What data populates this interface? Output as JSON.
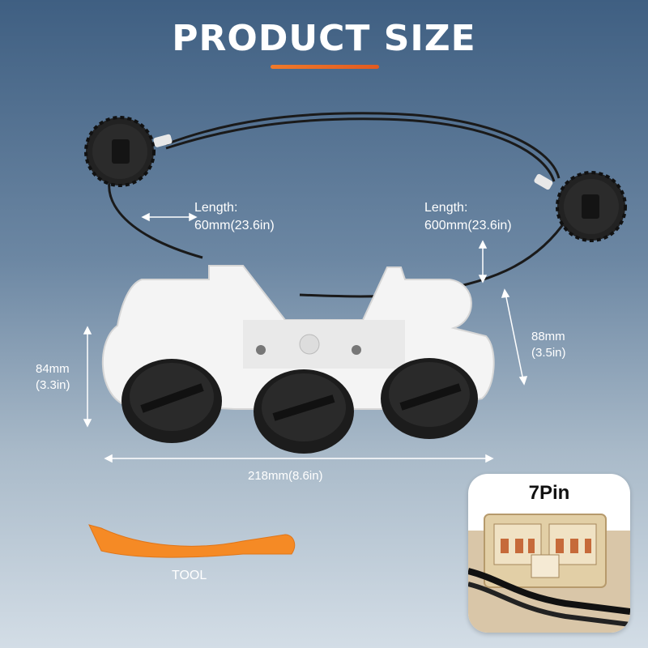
{
  "title": "PRODUCT SIZE",
  "colors": {
    "accent": "#e8632a",
    "background_top": "#3f5f82",
    "background_bottom": "#d3dde6",
    "tool": "#f58a25",
    "knob": "#1c1c1c",
    "housing": "#f4f4f4"
  },
  "annotations": {
    "cable_left": {
      "heading": "Length:",
      "value": "60mm(23.6in)"
    },
    "cable_right": {
      "heading": "Length:",
      "value": "600mm(23.6in)"
    },
    "depth": {
      "mm": "88mm",
      "in": "(3.5in)"
    },
    "height": {
      "mm": "84mm",
      "in": "(3.3in)"
    },
    "width": "218mm(8.6in)"
  },
  "tool_label": "TOOL",
  "connector": {
    "label": "7Pin"
  },
  "icons": [
    "cable-connector-gear-icon",
    "tool-pry-icon",
    "dimension-arrow-icon"
  ]
}
